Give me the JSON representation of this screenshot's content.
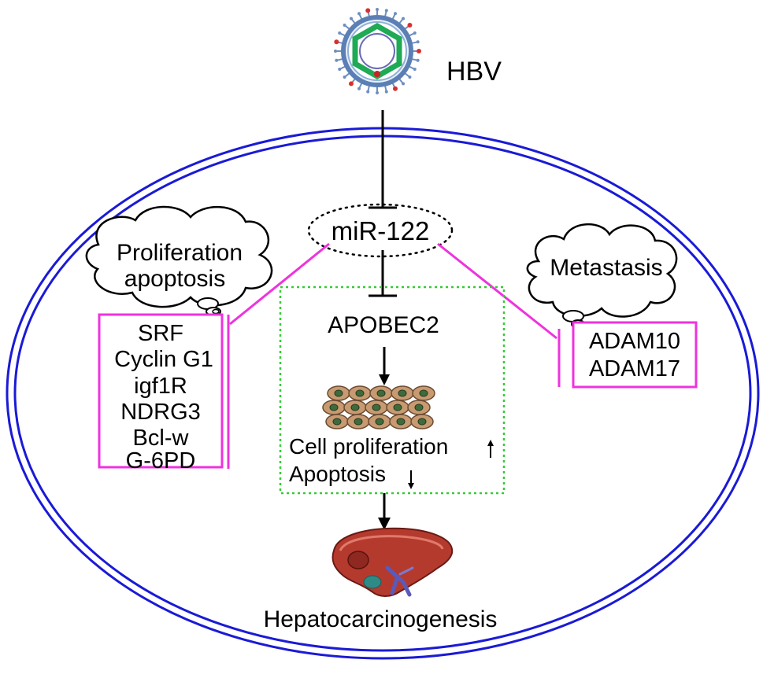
{
  "virus": {
    "label": "HBV"
  },
  "mirna": {
    "label": "miR-122"
  },
  "left": {
    "thought": {
      "line1": "Proliferation",
      "line2": "apoptosis"
    },
    "targets": [
      "SRF",
      "Cyclin G1",
      "igf1R",
      "NDRG3",
      "Bcl-w",
      "G-6PD"
    ]
  },
  "right": {
    "thought": {
      "label": "Metastasis"
    },
    "targets": [
      "ADAM10",
      "ADAM17"
    ]
  },
  "center": {
    "target": "APOBEC2",
    "proliferation_label": "Cell proliferation",
    "apoptosis_label": "Apoptosis",
    "outcome": "Hepatocarcinogenesis"
  },
  "colors": {
    "cell_membrane": "#1a1ad6",
    "inhibition_magenta": "#ee33dd",
    "dotted_box": "#33cc33",
    "capsid": "#1faa55",
    "liver": "#b53a2e"
  }
}
